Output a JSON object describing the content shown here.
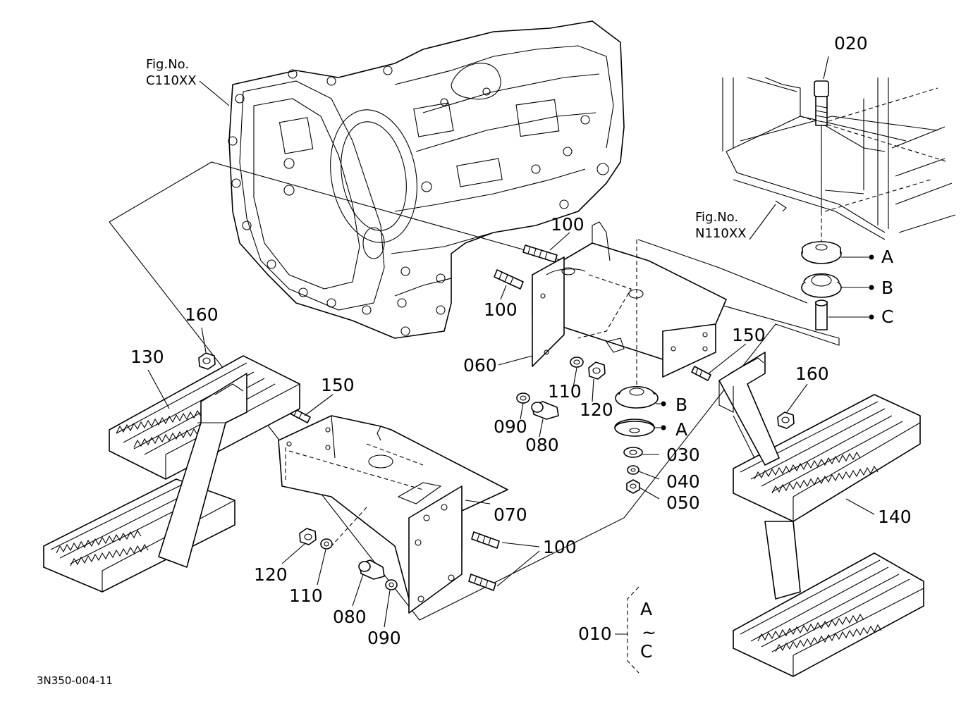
{
  "figure_refs": [
    {
      "line1": "Fig.No.",
      "line2": "C110XX"
    },
    {
      "line1": "Fig.No.",
      "line2": "N110XX"
    }
  ],
  "callouts": {
    "p020": "020",
    "p100a": "100",
    "p100b": "100",
    "p100c": "100",
    "p160a": "160",
    "p160b": "160",
    "p130": "130",
    "p140": "140",
    "p150a": "150",
    "p150b": "150",
    "p060": "060",
    "p070": "070",
    "p110a": "110",
    "p110b": "110",
    "p120a": "120",
    "p120b": "120",
    "p090a": "090",
    "p090b": "090",
    "p080a": "080",
    "p080b": "080",
    "p030": "030",
    "p040": "040",
    "p050": "050",
    "p010": "010"
  },
  "mount_letters": {
    "rightA": "A",
    "rightB": "B",
    "rightC": "C",
    "midB": "B",
    "midA": "A"
  },
  "range_bracket": {
    "top": "A",
    "tilde": "~",
    "bottom": "C"
  },
  "drawing_id": "3N350-004-11"
}
